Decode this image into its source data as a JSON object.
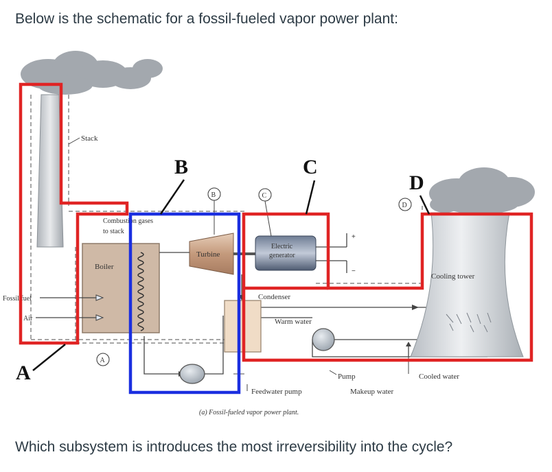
{
  "question_intro": "Below is the schematic for a fossil-fueled vapor power plant:",
  "question_main": "Which subsystem is introduces the most irreversibility into the cycle?",
  "figure": {
    "subsystem_labels": {
      "A": "A",
      "B": "B",
      "C": "C",
      "D": "D"
    },
    "circle_markers": {
      "A": "A",
      "B": "B",
      "C": "C",
      "D": "D"
    },
    "component_labels": {
      "stack": "Stack",
      "combustion_line1": "Combustion gases",
      "combustion_line2": "to stack",
      "boiler": "Boiler",
      "fossil_fuel": "Fossil fuel",
      "air": "Air",
      "turbine": "Turbine",
      "electric_line1": "Electric",
      "electric_line2": "generator",
      "condenser": "Condenser",
      "warm_water": "Warm water",
      "cooling_tower": "Cooling tower",
      "cooled_water": "Cooled water",
      "pump": "Pump",
      "feedwater_pump": "Feedwater pump",
      "makeup_water": "Makeup water",
      "caption": "(a) Fossil-fueled vapor power plant."
    },
    "colors": {
      "subsystem_red": "#e02424",
      "subsystem_blue": "#1b2fe0",
      "steel": "#c7ccd2",
      "turbine": "#c9a58a",
      "boiler": "#cfb9a6",
      "condenser": "#f0dcc6"
    }
  }
}
